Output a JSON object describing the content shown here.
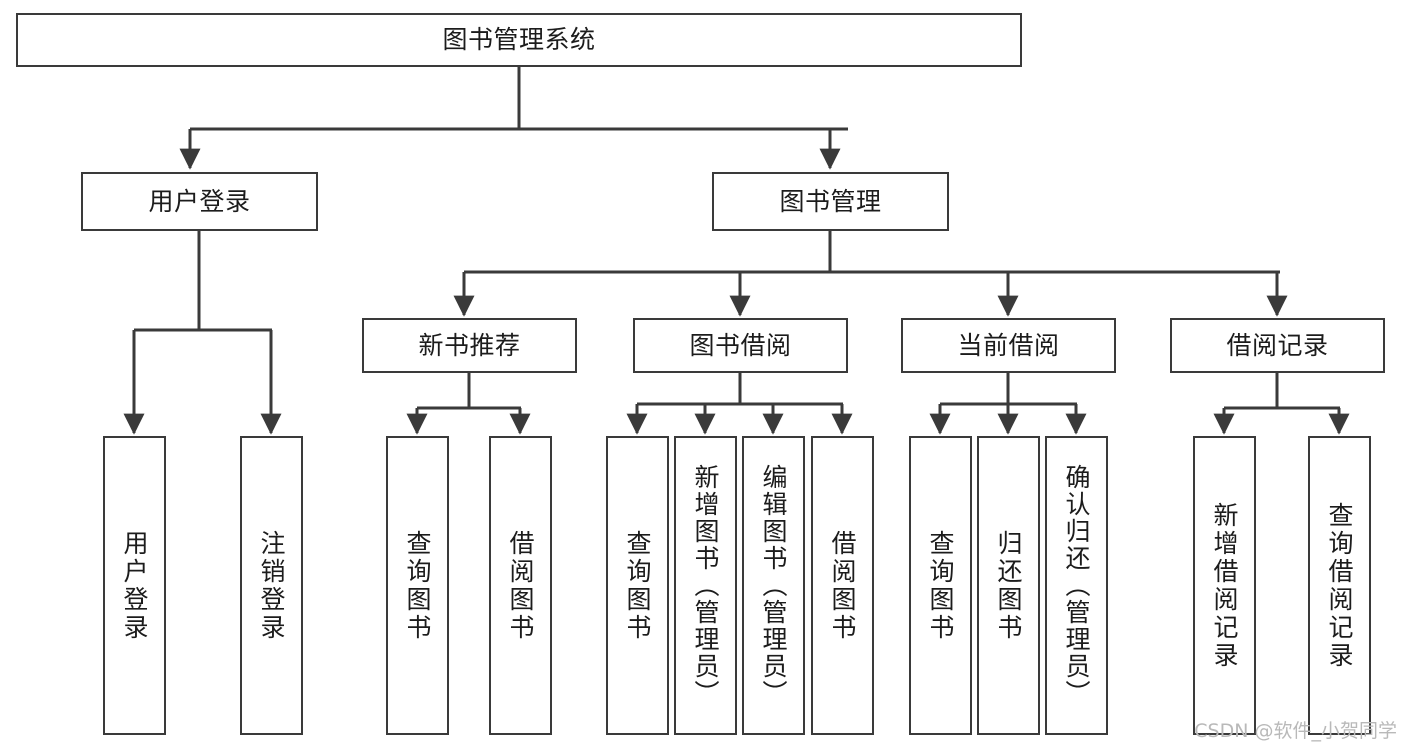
{
  "diagram": {
    "title": "图书管理系统",
    "type": "tree",
    "background": "#ffffff",
    "line_color": "#3a3a3a",
    "box_border_color": "#3a3a3a",
    "text_color": "#1c1c1c",
    "root": {
      "id": "root",
      "label": "图书管理系统"
    },
    "level2": [
      {
        "id": "user-login",
        "label": "用户登录"
      },
      {
        "id": "book-manage",
        "label": "图书管理"
      }
    ],
    "level3": [
      {
        "id": "new-book-rec",
        "label": "新书推荐",
        "parent": "book-manage"
      },
      {
        "id": "book-borrow",
        "label": "图书借阅",
        "parent": "book-manage"
      },
      {
        "id": "current-borrow",
        "label": "当前借阅",
        "parent": "book-manage"
      },
      {
        "id": "borrow-record",
        "label": "借阅记录",
        "parent": "book-manage"
      }
    ],
    "leaves": [
      {
        "id": "leaf-user-login",
        "label": "用户登录",
        "parent": "user-login"
      },
      {
        "id": "leaf-logout",
        "label": "注销登录",
        "parent": "user-login"
      },
      {
        "id": "leaf-query-book-1",
        "label": "查询图书",
        "parent": "new-book-rec"
      },
      {
        "id": "leaf-borrow-book-1",
        "label": "借阅图书",
        "parent": "new-book-rec"
      },
      {
        "id": "leaf-query-book-2",
        "label": "查询图书",
        "parent": "book-borrow"
      },
      {
        "id": "leaf-add-book",
        "label": "新增图书（管理员）",
        "parent": "book-borrow"
      },
      {
        "id": "leaf-edit-book",
        "label": "编辑图书（管理员）",
        "parent": "book-borrow"
      },
      {
        "id": "leaf-borrow-book-2",
        "label": "借阅图书",
        "parent": "book-borrow"
      },
      {
        "id": "leaf-query-book-3",
        "label": "查询图书",
        "parent": "current-borrow"
      },
      {
        "id": "leaf-return-book",
        "label": "归还图书",
        "parent": "current-borrow"
      },
      {
        "id": "leaf-confirm-return",
        "label": "确认归还（管理员）",
        "parent": "current-borrow"
      },
      {
        "id": "leaf-add-record",
        "label": "新增借阅记录",
        "parent": "borrow-record"
      },
      {
        "id": "leaf-query-record",
        "label": "查询借阅记录",
        "parent": "borrow-record"
      }
    ]
  },
  "watermark": {
    "text": "CSDN @软件_小贺同学",
    "color": "#b9b9b9"
  }
}
